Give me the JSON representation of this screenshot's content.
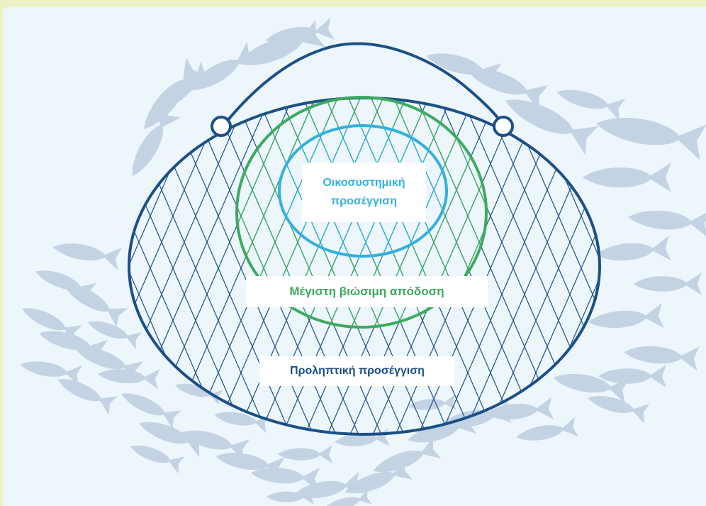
{
  "labels": {
    "ecosystem_line1": "Οικοσυστημική",
    "ecosystem_line2": "προσέγγιση",
    "msy": "Μέγιστη βιώσιμη απόδοση",
    "precautionary": "Προληπτική προσέγγιση"
  },
  "colors": {
    "background_outer": "#eef1c4",
    "background_inner": "#ecf6fb",
    "net": "#1c4f86",
    "msy": "#3caa5f",
    "ecosystem": "#33b0dd",
    "fish": "#c4d3e4"
  },
  "icons": [
    "fishing-net-icon",
    "fish-silhouette-icon"
  ]
}
